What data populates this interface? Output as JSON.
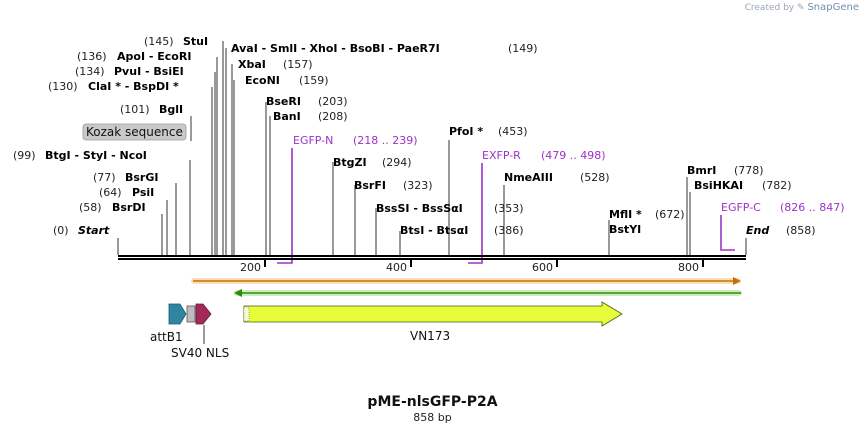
{
  "watermark": {
    "prefix": "Created by",
    "brand": "SnapGene"
  },
  "plasmid": {
    "name": "pME-nlsGFP-P2A",
    "length_label": "858 bp",
    "length": 858
  },
  "colors": {
    "primer": "#9b33c8",
    "enzyme": "#000000",
    "feature_line": "#000000",
    "orange_arrow": "#e98a1a",
    "green_arrow": "#3a9a14",
    "vn173": "#e8fd3a",
    "attb1": "#2f86a0",
    "sv40": "#a12a5a"
  },
  "ends": {
    "start": {
      "label": "Start",
      "pos": "(0)"
    },
    "end": {
      "label": "End",
      "pos": "(858)"
    }
  },
  "ruler": [
    {
      "bp": 200,
      "label": "200"
    },
    {
      "bp": 400,
      "label": "400"
    },
    {
      "bp": 600,
      "label": "600"
    },
    {
      "bp": 800,
      "label": "800"
    }
  ],
  "enzymes": [
    {
      "label": "BsrDI",
      "pos": "(58)",
      "bp": 58
    },
    {
      "label": "PsiI",
      "pos": "(64)",
      "bp": 64
    },
    {
      "label": "BsrGI",
      "pos": "(77)",
      "bp": 77
    },
    {
      "label": "BtgI - StyI - NcoI",
      "pos": "(99)",
      "bp": 99
    },
    {
      "label": "BglI",
      "pos": "(101)",
      "bp": 101
    },
    {
      "label": "ClaI * - BspDI *",
      "pos": "(130)",
      "bp": 130
    },
    {
      "label": "PvuI - BsiEI",
      "pos": "(134)",
      "bp": 134
    },
    {
      "label": "ApoI - EcoRI",
      "pos": "(136)",
      "bp": 136
    },
    {
      "label": "StuI",
      "pos": "(145)",
      "bp": 145
    },
    {
      "label": "AvaI - SmlI - XhoI - BsoBI - PaeR7I",
      "pos": "(149)",
      "bp": 149
    },
    {
      "label": "XbaI",
      "pos": "(157)",
      "bp": 157
    },
    {
      "label": "EcoNI",
      "pos": "(159)",
      "bp": 159
    },
    {
      "label": "BseRI",
      "pos": "(203)",
      "bp": 203
    },
    {
      "label": "BanI",
      "pos": "(208)",
      "bp": 208
    },
    {
      "label": "BtgZI",
      "pos": "(294)",
      "bp": 294
    },
    {
      "label": "BsrFI",
      "pos": "(323)",
      "bp": 323
    },
    {
      "label": "BssSI - BssSαI",
      "pos": "(353)",
      "bp": 353
    },
    {
      "label": "BtsI - BtsαI",
      "pos": "(386)",
      "bp": 386
    },
    {
      "label": "PfoI *",
      "pos": "(453)",
      "bp": 453
    },
    {
      "label": "NmeAIII",
      "pos": "(528)",
      "bp": 528
    },
    {
      "label": "MflI *",
      "pos": "(672)",
      "bp": 672
    },
    {
      "label": "BstYI",
      "pos": "",
      "bp": 672
    },
    {
      "label": "BmrI",
      "pos": "(778)",
      "bp": 778
    },
    {
      "label": "BsiHKAI",
      "pos": "(782)",
      "bp": 782
    }
  ],
  "primers": [
    {
      "name": "EGFP-N",
      "range": "(218 .. 239)",
      "start": 218,
      "end": 239
    },
    {
      "name": "EXFP-R",
      "range": "(479 .. 498)",
      "start": 479,
      "end": 498
    },
    {
      "name": "EGFP-C",
      "range": "(826 .. 847)",
      "start": 826,
      "end": 847
    }
  ],
  "features": {
    "kozak": {
      "label": "Kozak sequence"
    },
    "attb1": {
      "label": "attB1"
    },
    "sv40": {
      "label": "SV40 NLS"
    },
    "vn173": {
      "label": "VN173"
    }
  }
}
